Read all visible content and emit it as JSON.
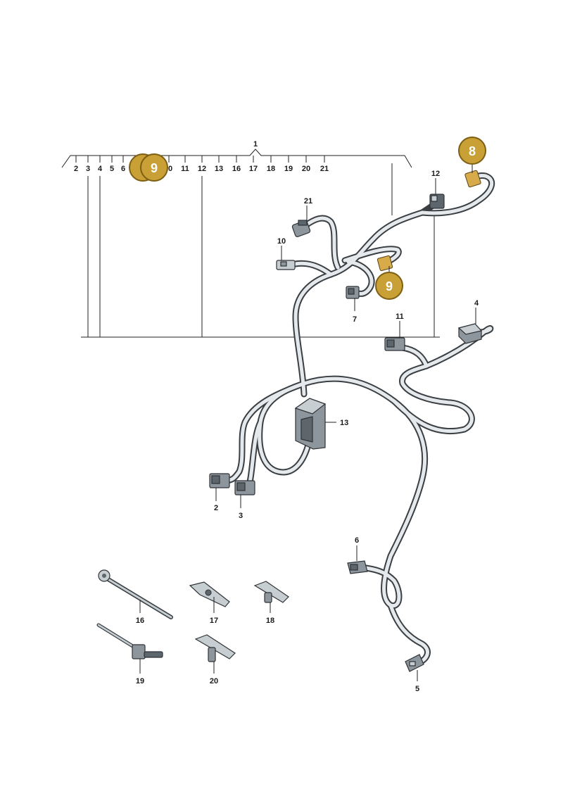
{
  "callouts": {
    "c1": "1",
    "c2": "2",
    "c3": "3",
    "c4": "4",
    "c5": "5",
    "c6": "6",
    "c7": "7",
    "c10": "10",
    "c11": "11",
    "c12": "12",
    "c13": "13",
    "c16": "16",
    "c17": "17",
    "c18": "18",
    "c19": "19",
    "c20": "20",
    "c21": "21"
  },
  "header_row": [
    "2",
    "3",
    "4",
    "5",
    "6",
    "0",
    "11",
    "12",
    "13",
    "16",
    "17",
    "18",
    "19",
    "20",
    "21"
  ],
  "badges": {
    "b8": "8",
    "b9_header": "9",
    "b9_main": "9"
  },
  "colors": {
    "badge_fill": "#c9a036",
    "badge_stroke": "#7d5f14",
    "harness": "#3a3f44"
  }
}
